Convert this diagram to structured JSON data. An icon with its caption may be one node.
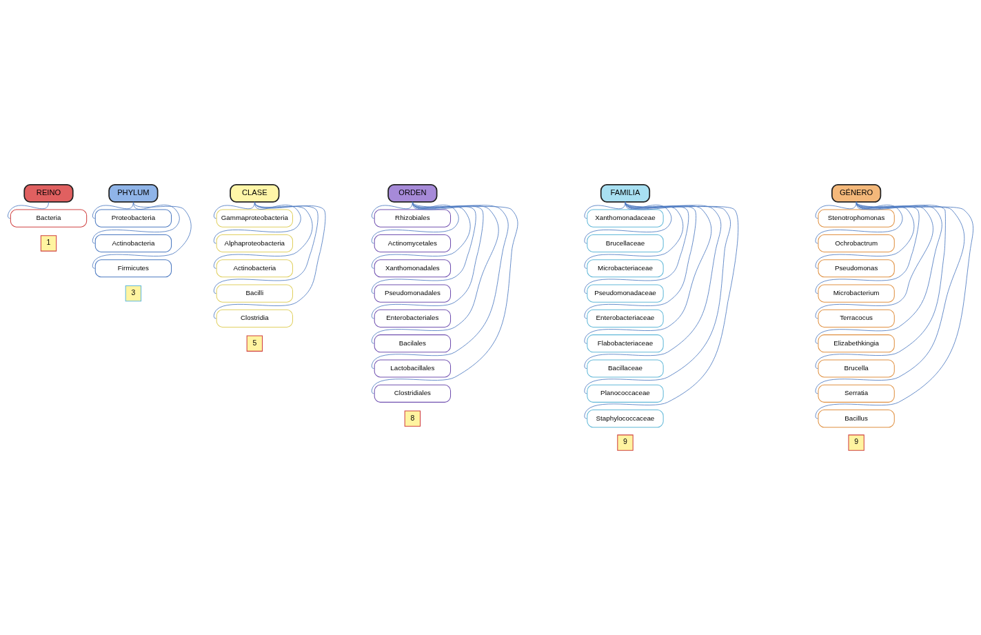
{
  "diagram": {
    "nodes": [
      {
        "text": [
          "REINO"
        ]
      },
      {
        "text": [
          "Bacteria"
        ]
      },
      {
        "text": [
          "PHYLUM"
        ]
      },
      {
        "text": [
          "Proteobacteria"
        ]
      },
      {
        "text": [
          "Actinobacteria"
        ]
      },
      {
        "text": [
          "Firmicutes"
        ]
      },
      {
        "text": [
          "CLASE"
        ]
      },
      {
        "text": [
          "Gammaproteobacteria"
        ]
      },
      {
        "text": [
          "Alphaproteobacteria"
        ]
      },
      {
        "text": [
          "Actinobacteria"
        ]
      },
      {
        "text": [
          "Bacilli"
        ]
      },
      {
        "text": [
          "Clostridia"
        ]
      },
      {
        "text": [
          "ORDEN"
        ]
      },
      {
        "text": [
          "Rhizobiales"
        ]
      },
      {
        "text": [
          "Actinomycetales"
        ]
      },
      {
        "text": [
          "Xanthomonadales"
        ]
      },
      {
        "text": [
          "Pseudomonadales"
        ]
      },
      {
        "text": [
          "Enterobacteriales"
        ]
      },
      {
        "text": [
          "Bacilales"
        ]
      },
      {
        "text": [
          "Lactobacillales"
        ]
      },
      {
        "text": [
          "Clostridiales"
        ]
      },
      {
        "text": [
          "FAMILIA"
        ]
      },
      {
        "text": [
          "Xanthomonadaceae"
        ]
      },
      {
        "text": [
          "Brucellaceae"
        ]
      },
      {
        "text": [
          "Microbacteriaceae"
        ]
      },
      {
        "text": [
          "Pseudomonadaceae"
        ]
      },
      {
        "text": [
          "Enterobacteriaceae"
        ]
      },
      {
        "text": [
          "Flabobacteriaceae"
        ]
      },
      {
        "text": [
          "Bacillaceae"
        ]
      },
      {
        "text": [
          "Planococcaceae"
        ]
      },
      {
        "text": [
          "Staphylococcaceae"
        ]
      },
      {
        "text": [
          "GÉNERO"
        ]
      },
      {
        "text": [
          "Stenotrophomonas"
        ]
      },
      {
        "text": [
          "Ochrobactrum"
        ]
      },
      {
        "text": [
          "Pseudomonas"
        ]
      },
      {
        "text": [
          "Microbacterium"
        ]
      },
      {
        "text": [
          "Terracocus"
        ]
      },
      {
        "text": [
          "Elizabethkingia"
        ]
      },
      {
        "text": [
          "Brucella"
        ]
      },
      {
        "text": [
          "Serratia"
        ]
      },
      {
        "text": [
          "Bacillus"
        ]
      },
      {
        "text": [
          "1"
        ]
      },
      {
        "text": [
          "3"
        ]
      },
      {
        "text": [
          "5"
        ]
      },
      {
        "text": [
          "8"
        ]
      },
      {
        "text": [
          "9"
        ]
      },
      {
        "text": [
          "9"
        ]
      }
    ],
    "edges": [
      {
        "from": 0,
        "to": 1,
        "arrow": "none"
      },
      {
        "from": 2,
        "to": 3,
        "arrow": "none"
      },
      {
        "from": 2,
        "to": 4,
        "arrow": "none"
      },
      {
        "from": 2,
        "to": 5,
        "arrow": "none"
      },
      {
        "from": 6,
        "to": 7,
        "arrow": "none"
      },
      {
        "from": 6,
        "to": 8,
        "arrow": "none"
      },
      {
        "from": 6,
        "to": 9,
        "arrow": "none"
      },
      {
        "from": 6,
        "to": 10,
        "arrow": "none"
      },
      {
        "from": 6,
        "to": 11,
        "arrow": "none"
      },
      {
        "from": 12,
        "to": 13,
        "arrow": "none"
      },
      {
        "from": 12,
        "to": 14,
        "arrow": "none"
      },
      {
        "from": 12,
        "to": 15,
        "arrow": "none"
      },
      {
        "from": 12,
        "to": 16,
        "arrow": "none"
      },
      {
        "from": 12,
        "to": 17,
        "arrow": "none"
      },
      {
        "from": 12,
        "to": 18,
        "arrow": "none"
      },
      {
        "from": 12,
        "to": 19,
        "arrow": "none"
      },
      {
        "from": 12,
        "to": 20,
        "arrow": "none"
      },
      {
        "from": 21,
        "to": 22,
        "arrow": "none"
      },
      {
        "from": 21,
        "to": 23,
        "arrow": "none"
      },
      {
        "from": 21,
        "to": 24,
        "arrow": "none"
      },
      {
        "from": 21,
        "to": 25,
        "arrow": "none"
      },
      {
        "from": 21,
        "to": 26,
        "arrow": "none"
      },
      {
        "from": 21,
        "to": 27,
        "arrow": "none"
      },
      {
        "from": 21,
        "to": 28,
        "arrow": "none"
      },
      {
        "from": 21,
        "to": 29,
        "arrow": "none"
      },
      {
        "from": 21,
        "to": 30,
        "arrow": "none"
      },
      {
        "from": 31,
        "to": 32,
        "arrow": "none"
      },
      {
        "from": 31,
        "to": 33,
        "arrow": "none"
      },
      {
        "from": 31,
        "to": 34,
        "arrow": "none"
      },
      {
        "from": 31,
        "to": 35,
        "arrow": "none"
      },
      {
        "from": 31,
        "to": 36,
        "arrow": "none"
      },
      {
        "from": 31,
        "to": 37,
        "arrow": "none"
      },
      {
        "from": 31,
        "to": 38,
        "arrow": "none"
      },
      {
        "from": 31,
        "to": 39,
        "arrow": "none"
      },
      {
        "from": 31,
        "to": 40,
        "arrow": "none"
      }
    ]
  }
}
